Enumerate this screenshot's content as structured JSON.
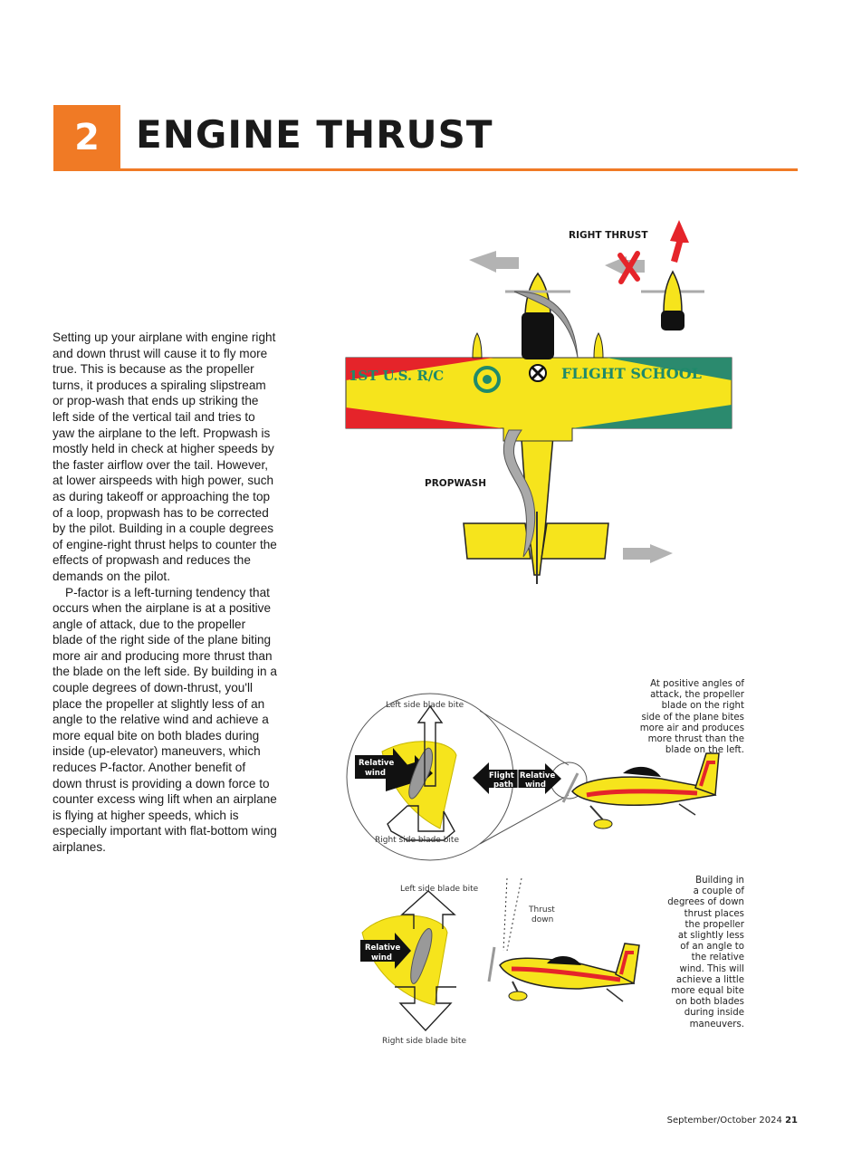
{
  "header": {
    "number": "2",
    "title": "ENGINE THRUST"
  },
  "body": {
    "paragraphs": [
      "Setting up your airplane with engine right and down thrust will cause it to fly more true. This is because as the propeller turns, it produces a spiraling slipstream or prop-wash that ends up striking the left side of the vertical tail and tries to yaw the airplane to the left. Propwash is mostly held in check at higher speeds by the faster airflow over the tail. However, at lower airspeeds with high power, such as during takeoff or approaching the top of a loop, propwash has to be corrected by the pilot. Building in a couple degrees of engine-right thrust helps to counter the effects of propwash and reduces the demands on the pilot.",
      "P-factor is a left-turning tendency that occurs when the airplane is at a positive angle of attack, due to the propeller blade of the right side of the plane biting more air and producing more thrust than the blade on the left side. By building in a couple degrees of down-thrust, you'll place the propeller at slightly less of an angle to the relative wind and achieve a more equal bite on both blades during inside (up-elevator) maneuvers, which reduces P-factor. Another benefit of down thrust is providing a down force to counter excess wing lift when an airplane is flying at higher speeds, which is especially important with flat-bottom wing airplanes."
    ]
  },
  "main_diagram": {
    "right_thrust_label": "RIGHT THRUST",
    "propwash_label": "PROPWASH",
    "wing_left_text": "1ST U.S. R/C",
    "wing_right_text": "FLIGHT SCHOOL"
  },
  "pfactor_diagram": {
    "left_blade_label": "Left side blade bite",
    "right_blade_label": "Right side blade bite",
    "relative_wind_1": "Relative",
    "relative_wind_2": "wind",
    "flight_1": "Flight",
    "flight_2": "path",
    "caption": "At positive angles of\nattack, the propeller\nblade on the right\nside of the plane bites\nmore air and produces\nmore thrust than the\nblade on the left."
  },
  "downthrust_diagram": {
    "left_blade_label": "Left side blade bite",
    "right_blade_label": "Right side blade bite",
    "relative_wind_1": "Relative",
    "relative_wind_2": "wind",
    "thrust_1": "Thrust",
    "thrust_2": "down",
    "caption": "Building in\na couple of\ndegrees of down\nthrust places\nthe propeller\nat slightly less\nof an angle to\nthe relative\nwind. This will\nachieve a little\nmore equal bite\non both blades\nduring inside\nmaneuvers."
  },
  "footer": {
    "issue": "September/October 2024",
    "page": "21"
  },
  "colors": {
    "accent": "#f07a25",
    "plane_yellow": "#f6e41c",
    "stripe_red": "#e5242a",
    "stripe_green": "#2b8a6e"
  }
}
